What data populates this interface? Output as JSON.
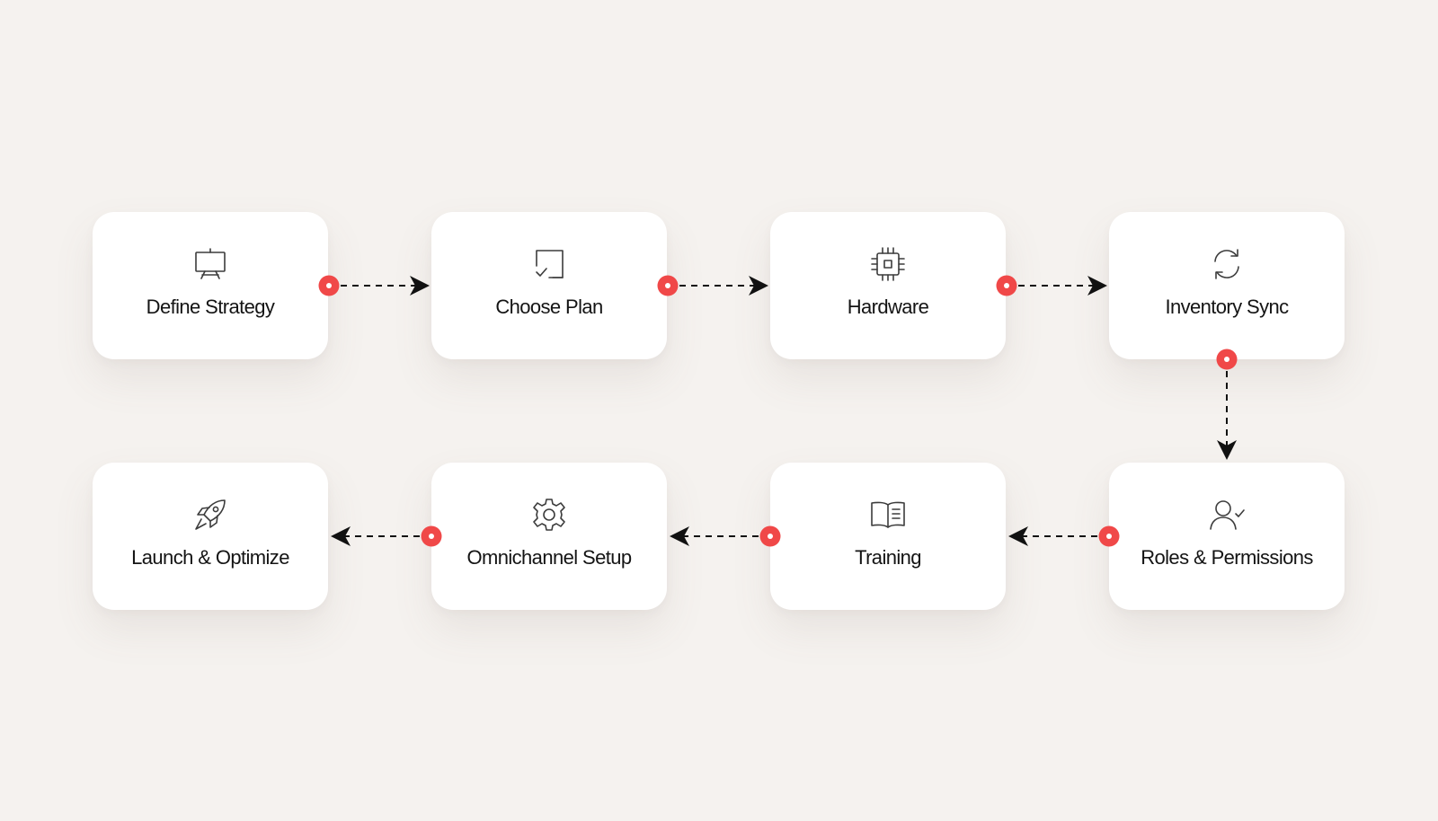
{
  "steps": [
    {
      "label": "Define Strategy",
      "icon": "presentation-board-icon"
    },
    {
      "label": "Choose Plan",
      "icon": "checklist-icon"
    },
    {
      "label": "Hardware",
      "icon": "chip-icon"
    },
    {
      "label": "Inventory Sync",
      "icon": "sync-icon"
    },
    {
      "label": "Roles & Permissions",
      "icon": "user-check-icon"
    },
    {
      "label": "Training",
      "icon": "book-icon"
    },
    {
      "label": "Omnichannel Setup",
      "icon": "gear-icon"
    },
    {
      "label": "Launch & Optimize",
      "icon": "rocket-icon"
    }
  ],
  "colors": {
    "background": "#f5f2ef",
    "card": "#ffffff",
    "text": "#141414",
    "icon": "#3c3c3c",
    "connector": "#111111",
    "node": "#f04848"
  }
}
